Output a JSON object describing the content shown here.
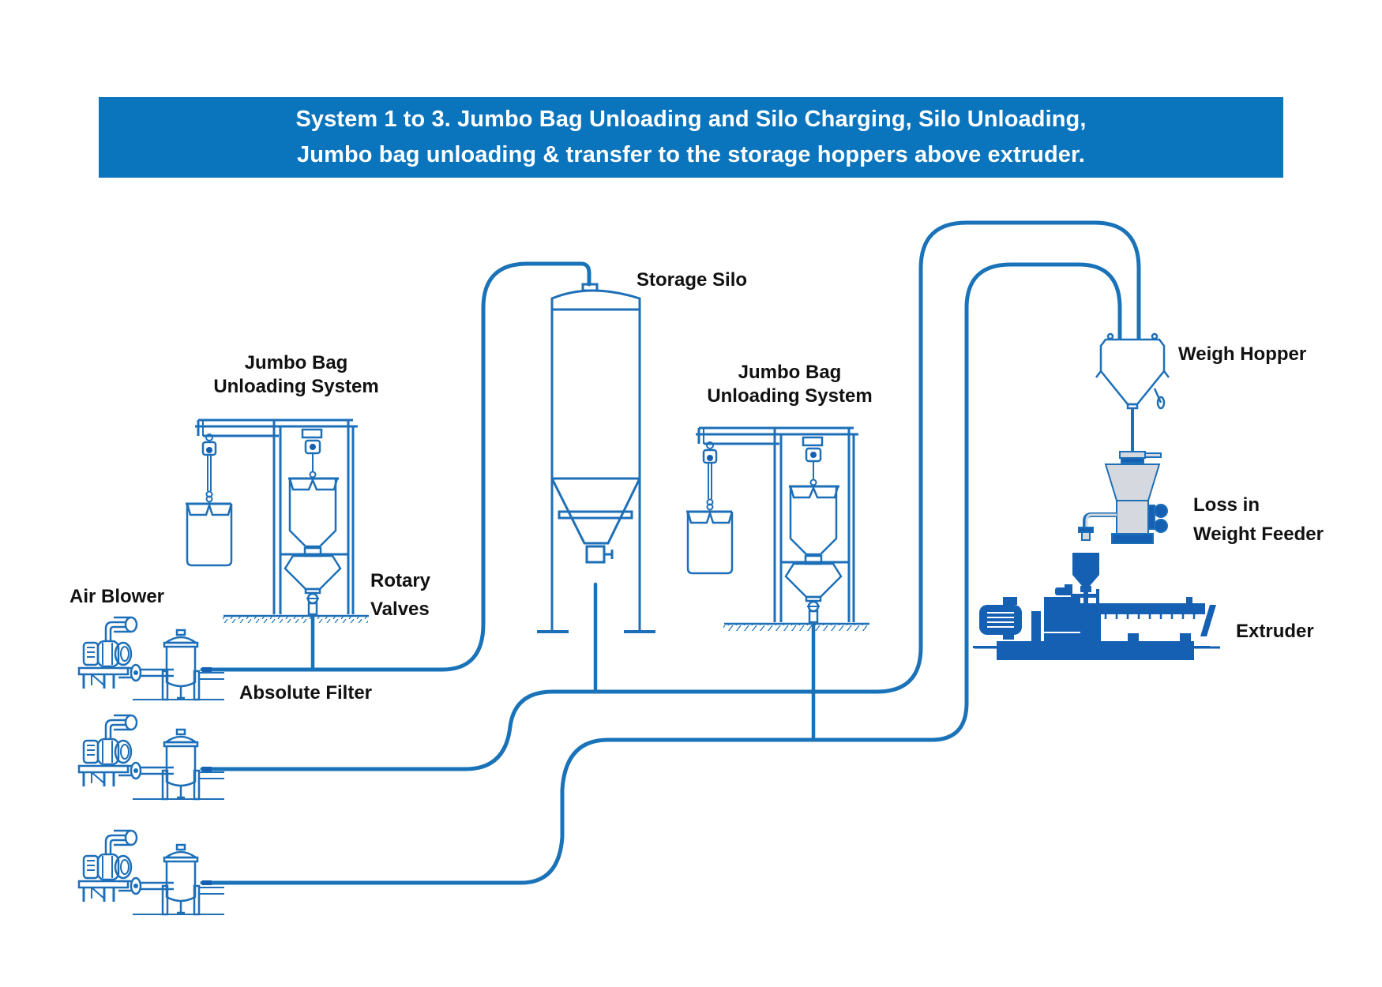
{
  "banner": {
    "line1": "System 1 to 3. Jumbo Bag Unloading and Silo Charging, Silo Unloading,",
    "line2": "Jumbo bag unloading & transfer to the storage hoppers above extruder."
  },
  "labels": {
    "jumbo_bag_1": [
      "Jumbo Bag",
      "Unloading System"
    ],
    "jumbo_bag_2": [
      "Jumbo Bag",
      "Unloading System"
    ],
    "storage_silo": "Storage Silo",
    "rotary_valves": [
      "Rotary",
      "Valves"
    ],
    "air_blower": "Air Blower",
    "absolute_filter": "Absolute Filter",
    "weigh_hopper": "Weigh Hopper",
    "loss_in_weight_feeder": [
      "Loss in",
      "Weight Feeder"
    ],
    "extruder": "Extruder"
  },
  "colors": {
    "banner": "#0a74bd",
    "pipe": "#1a73b8",
    "equipment": "#1d6fb8",
    "equipment_fill": "#1560b3",
    "feeder_gray": "#d5d8de",
    "text": "#111111"
  },
  "systems": [
    {
      "id": 1,
      "from": "Air Blower 1",
      "via": [
        "Jumbo Bag Unloading System 1"
      ],
      "to": "Storage Silo"
    },
    {
      "id": 2,
      "from": "Air Blower 2",
      "via": [
        "Storage Silo"
      ],
      "to": "Weigh Hopper"
    },
    {
      "id": 3,
      "from": "Air Blower 3",
      "via": [
        "Jumbo Bag Unloading System 2"
      ],
      "to": "Weigh Hopper"
    }
  ]
}
